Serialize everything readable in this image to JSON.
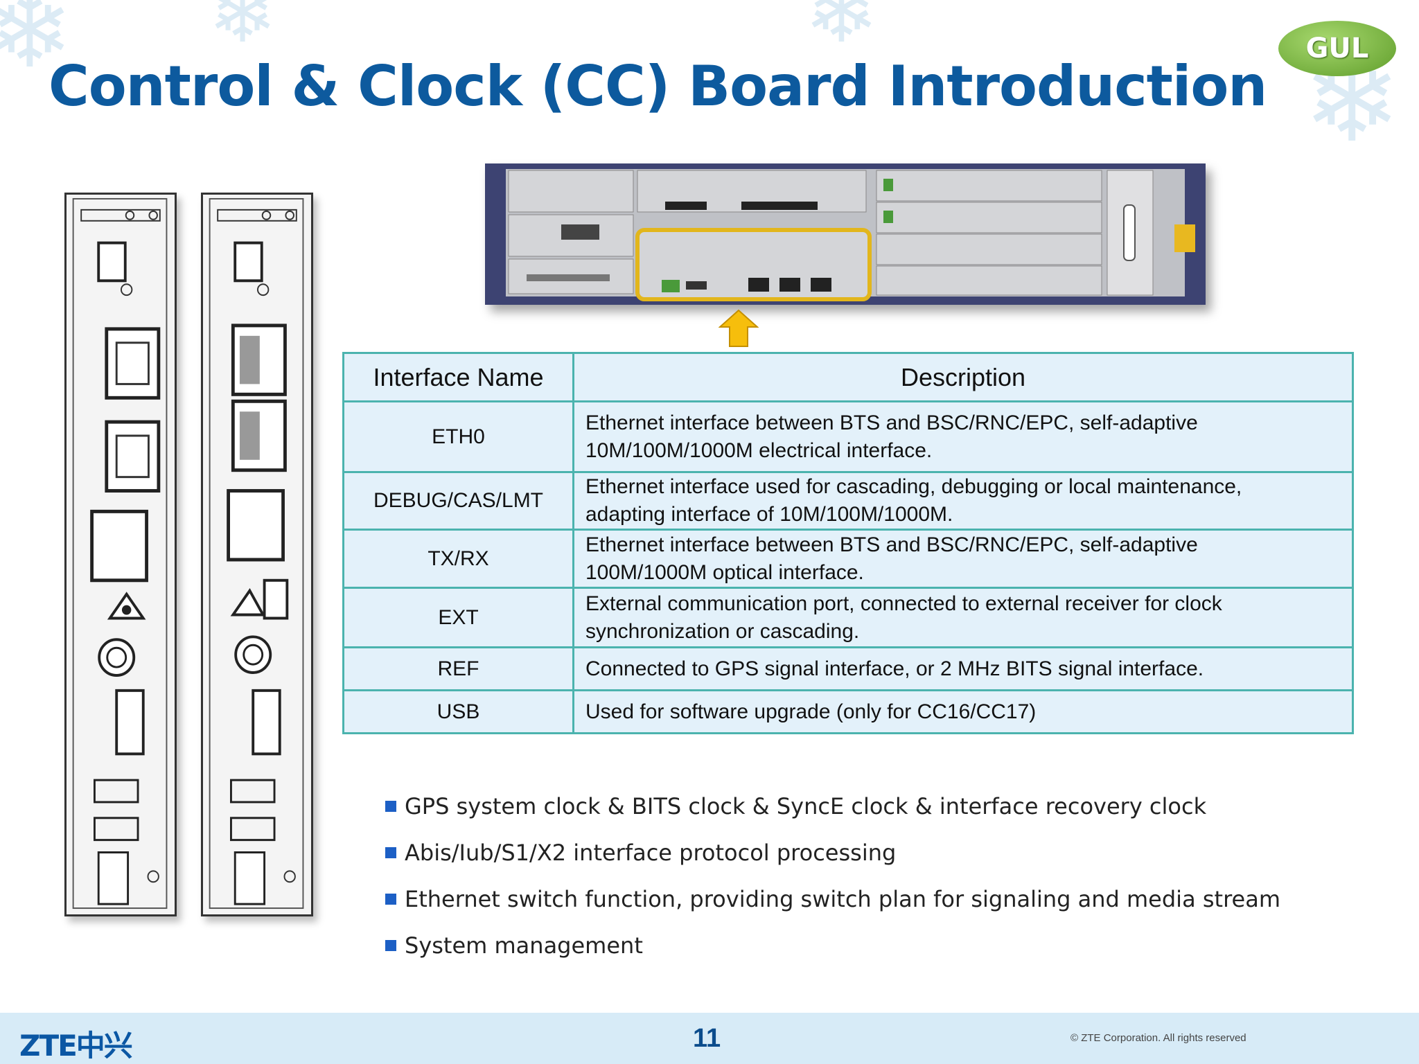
{
  "slide": {
    "title": "Control & Clock (CC) Board Introduction",
    "badge": "GUL",
    "accent_color": "#0d5a9e",
    "table_border_color": "#4bb3ae",
    "table_fill_color": "#e3f1fa"
  },
  "table": {
    "headers": [
      "Interface Name",
      "Description"
    ],
    "rows": [
      {
        "name": "ETH0",
        "desc_lines": [
          "Ethernet interface between BTS and BSC/RNC/EPC, self-adaptive",
          "10M/100M/1000M electrical interface."
        ]
      },
      {
        "name": "DEBUG/CAS/LMT",
        "desc_lines": [
          "Ethernet interface used for cascading, debugging or local maintenance,",
          "adapting interface of 10M/100M/1000M."
        ]
      },
      {
        "name": "TX/RX",
        "desc_lines": [
          "Ethernet interface between BTS and BSC/RNC/EPC, self-adaptive",
          "100M/1000M optical interface."
        ]
      },
      {
        "name": "EXT",
        "desc_lines": [
          "External communication port, connected to external receiver for clock",
          "synchronization or cascading."
        ]
      },
      {
        "name": "REF",
        "desc_lines": [
          "Connected to GPS signal interface, or 2 MHz BITS signal interface."
        ]
      },
      {
        "name": "USB",
        "desc_lines": [
          "Used for software upgrade (only for CC16/CC17)"
        ]
      }
    ]
  },
  "bullets": [
    "GPS system clock & BITS clock & SyncE clock & interface recovery clock",
    "Abis/Iub/S1/X2 interface protocol processing",
    "Ethernet switch function, providing switch plan for signaling and media stream",
    "System management"
  ],
  "footer": {
    "logo": "ZTE中兴",
    "page_number": "11",
    "copyright": "© ZTE Corporation. All rights reserved"
  },
  "icons": [
    "snowflake-icon",
    "up-arrow-icon",
    "bullet-square-icon"
  ]
}
